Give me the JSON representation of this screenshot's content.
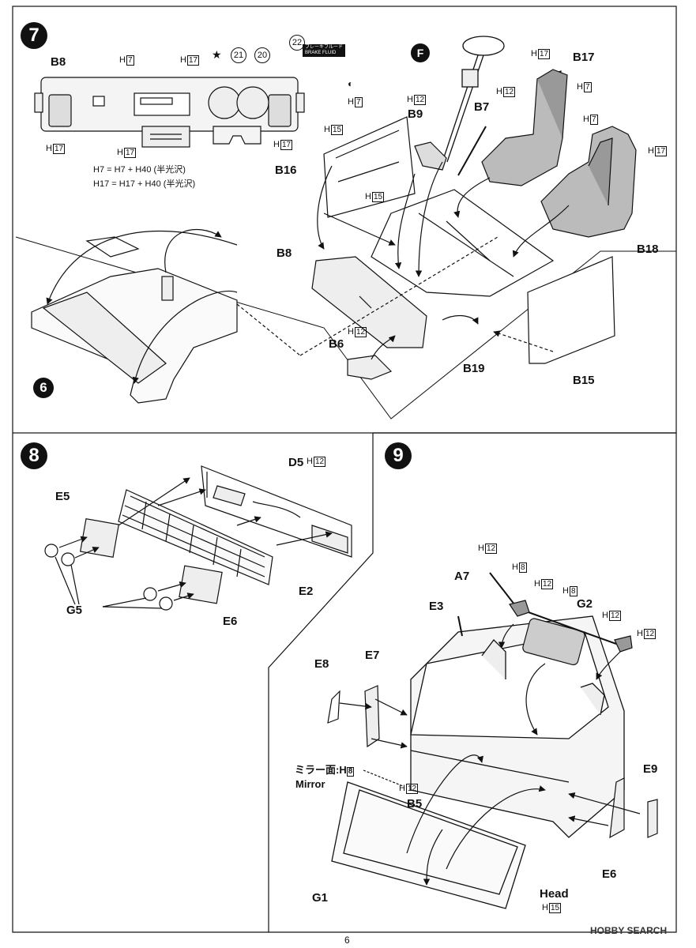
{
  "page_number": "6",
  "watermark": "HOBBY SEARCH",
  "paint": {
    "H7": "7",
    "H8": "8",
    "H12": "12",
    "H15": "15",
    "H17": "17",
    "H40": "40"
  },
  "paint_prefix": "H",
  "step7": {
    "number": "7",
    "b8_label": "B8",
    "b8_parts_label": "B8",
    "b16": "B16",
    "b17": "B17",
    "b18": "B18",
    "b9": "B9",
    "b7": "B7",
    "b6": "B6",
    "b19": "B19",
    "b15": "B15",
    "sub6": "6",
    "f_label": "F",
    "decal_21": "21",
    "decal_20": "20",
    "decal_22": "22",
    "brake_tag_jp": "ブレーキフルード",
    "brake_tag_en": "BRAKE FLUID",
    "mix1_left": "H",
    "mix1_eq": "=",
    "mix1_plus": "+",
    "mix_note": "(半光沢)"
  },
  "step8": {
    "number": "8",
    "d5": "D5",
    "e5": "E5",
    "e2": "E2",
    "e6": "E6",
    "g5": "G5"
  },
  "step9": {
    "number": "9",
    "a7": "A7",
    "e3": "E3",
    "g2": "G2",
    "e8": "E8",
    "e7": "E7",
    "e9": "E9",
    "e6": "E6",
    "b5": "B5",
    "g1": "G1",
    "mirror_jp": "ミラー面:",
    "mirror_en": "Mirror",
    "head": "Head"
  }
}
